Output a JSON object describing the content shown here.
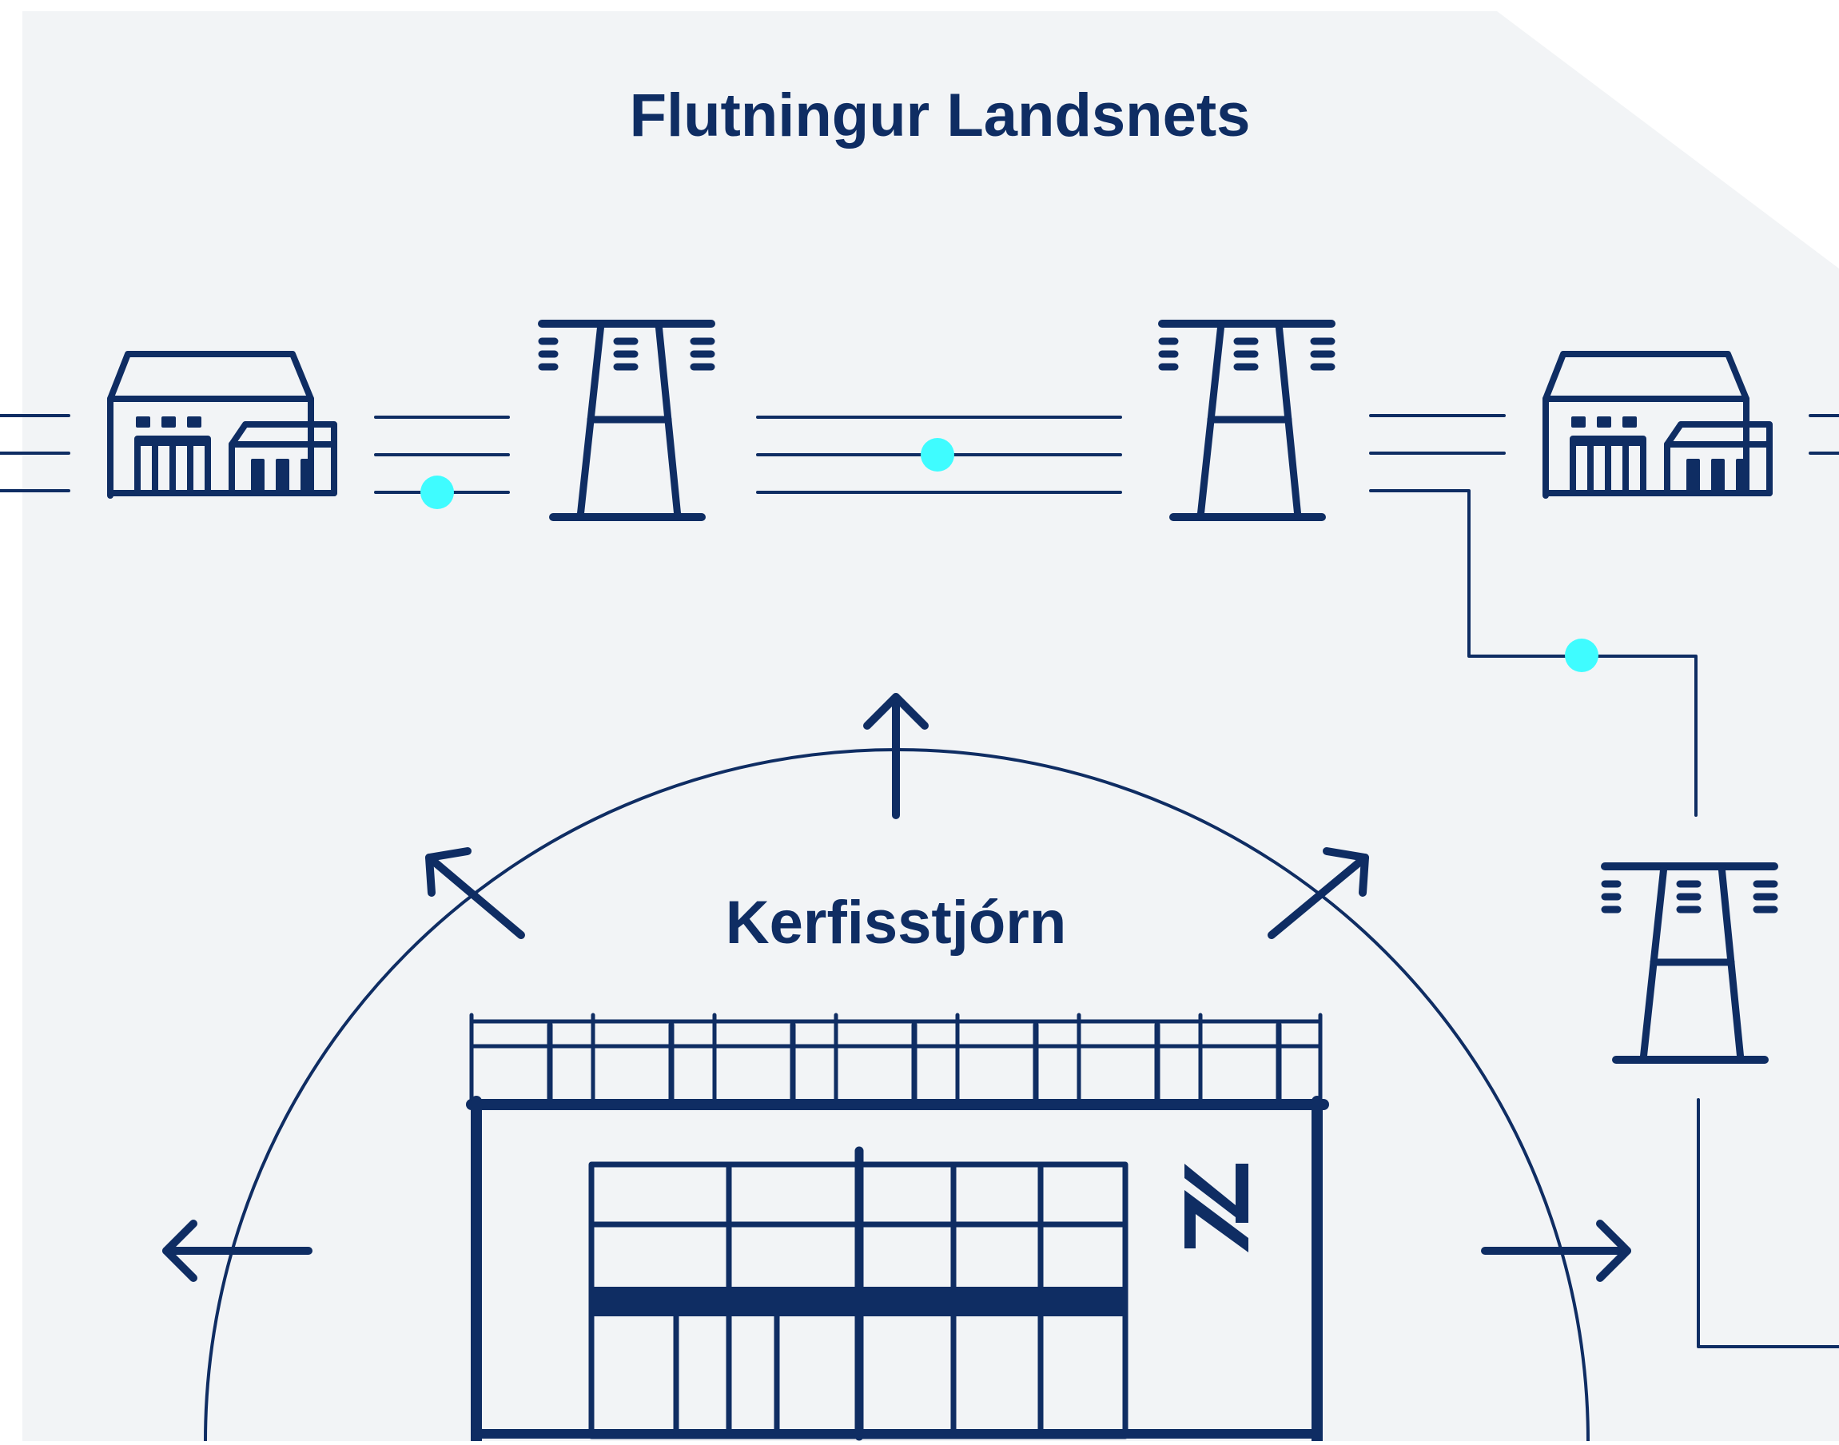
{
  "title": "Flutningur Landsnets",
  "center_label": "Kerfisstjórn",
  "colors": {
    "navy": "#0f2d63",
    "panel": "#f2f4f6",
    "accent": "#3ffcff",
    "white": "#ffffff"
  },
  "icons": [
    "substation-icon",
    "transmission-tower-icon",
    "control-center-building-icon",
    "landsnet-logo-icon",
    "arrow-icon",
    "current-dot"
  ]
}
